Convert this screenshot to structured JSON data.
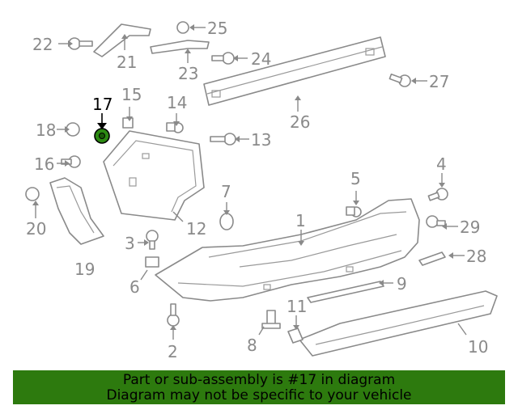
{
  "highlight": {
    "callout": "17",
    "color": "#2c8a12"
  },
  "callouts": {
    "c1": "1",
    "c2": "2",
    "c3": "3",
    "c4": "4",
    "c5": "5",
    "c6": "6",
    "c7": "7",
    "c8": "8",
    "c9": "9",
    "c10": "10",
    "c11": "11",
    "c12": "12",
    "c13": "13",
    "c14": "14",
    "c15": "15",
    "c16": "16",
    "c17": "17",
    "c18": "18",
    "c19": "19",
    "c20": "20",
    "c21": "21",
    "c22": "22",
    "c23": "23",
    "c24": "24",
    "c25": "25",
    "c26": "26",
    "c27": "27",
    "c28": "28",
    "c29": "29"
  },
  "banner": {
    "line1": "Part or sub-assembly is #17 in diagram",
    "line2": "Diagram may not be specific to your vehicle",
    "color": "#2d7a0e"
  }
}
